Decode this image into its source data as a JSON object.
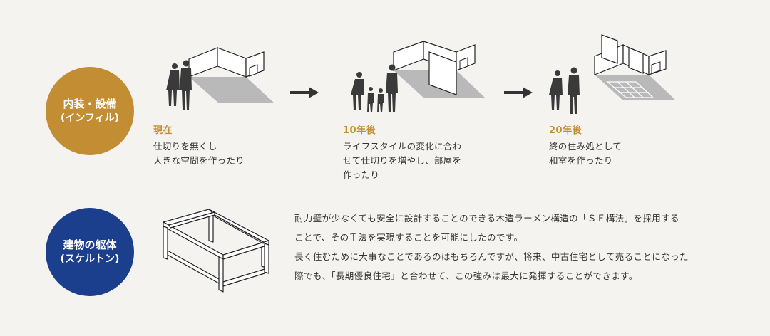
{
  "colors": {
    "accent_gold": "#c38e33",
    "accent_navy": "#1b3e8d",
    "background": "#f5f3f0",
    "floor_gray": "#b9b9b9",
    "silhouette": "#3a3a3a"
  },
  "infill": {
    "label_line1": "内装・設備",
    "label_line2": "(インフィル)",
    "stages": [
      {
        "title": "現在",
        "desc_line1": "仕切りを無くし",
        "desc_line2": "大きな空間を作ったり"
      },
      {
        "title": "10年後",
        "desc_line1": "ライフスタイルの変化に合わ",
        "desc_line2": "せて仕切りを増やし、部屋を",
        "desc_line3": "作ったり"
      },
      {
        "title": "20年後",
        "desc_line1": "終の住み処として",
        "desc_line2": "和室を作ったり"
      }
    ]
  },
  "skeleton": {
    "label_line1": "建物の躯体",
    "label_line2": "(スケルトン)",
    "paragraph_lines": [
      "耐力壁が少なくても安全に設計することのできる木造ラーメン構造の「ＳＥ構法」を採用する",
      "ことで、その手法を実現することを可能にしたのです。",
      "長く住むために大事なことであるのはもちろんですが、将来、中古住宅として売ることになった",
      "際でも、「長期優良住宅」と合わせて、この強みは最大に発揮することができます。"
    ]
  }
}
